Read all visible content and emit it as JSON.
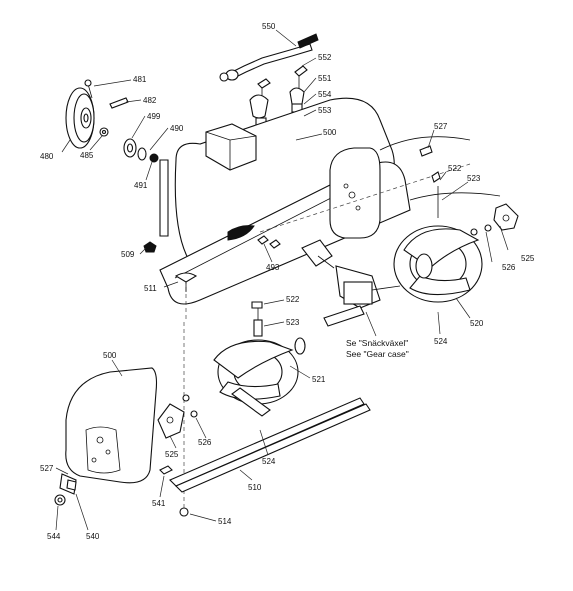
{
  "labels": {
    "p550": "550",
    "p552": "552",
    "p551": "551",
    "p554": "554",
    "p553": "553",
    "p481": "481",
    "p482": "482",
    "p499": "499",
    "p490": "490",
    "p480": "480",
    "p485": "485",
    "p491": "491",
    "p500a": "500",
    "p527a": "527",
    "p522a": "522",
    "p523a": "523",
    "p525a": "525",
    "p526a": "526",
    "p520": "520",
    "p509": "509",
    "p493": "493",
    "p511": "511",
    "p522b": "522",
    "p523b": "523",
    "p524a": "524",
    "p521": "521",
    "p500b": "500",
    "p525b": "525",
    "p526b": "526",
    "p524b": "524",
    "p527b": "527",
    "p510": "510",
    "p541": "541",
    "p544": "544",
    "p540": "540",
    "p514": "514"
  },
  "notes": {
    "line1": "Se \"Snäckväxel\"",
    "line2": "See \"Gear case\""
  }
}
